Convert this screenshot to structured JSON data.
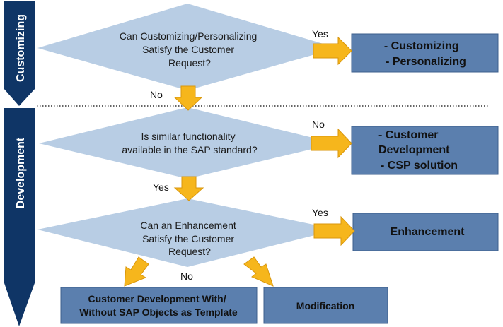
{
  "phases": {
    "customizing": "Customizing",
    "development": "Development"
  },
  "decisions": {
    "q1": [
      "Can Customizing/Personalizing",
      "Satisfy the Customer",
      "Request?"
    ],
    "q2": [
      "Is similar functionality",
      "available in the SAP standard?"
    ],
    "q3": [
      "Can an Enhancement",
      "Satisfy the Customer",
      "Request?"
    ]
  },
  "results": {
    "customizing": [
      "- Customizing",
      "- Personalizing"
    ],
    "customer_dev": [
      "- Customer",
      "Development",
      "- CSP solution"
    ],
    "enhancement": "Enhancement",
    "custom_dev_template": [
      "Customer Development With/",
      "Without SAP Objects as Template"
    ],
    "modification": "Modification"
  },
  "labels": {
    "q1_yes": "Yes",
    "q1_no": "No",
    "q2_no": "No",
    "q2_yes": "Yes",
    "q3_yes": "Yes",
    "q3_no": "No"
  },
  "colors": {
    "diamond": "#b8cde4",
    "result_box": "#5b7fae",
    "result_border": "#3d5f8c",
    "side_bar": "#0f3566",
    "arrow": "#f6b61c",
    "arrow_border": "#d9960b"
  }
}
